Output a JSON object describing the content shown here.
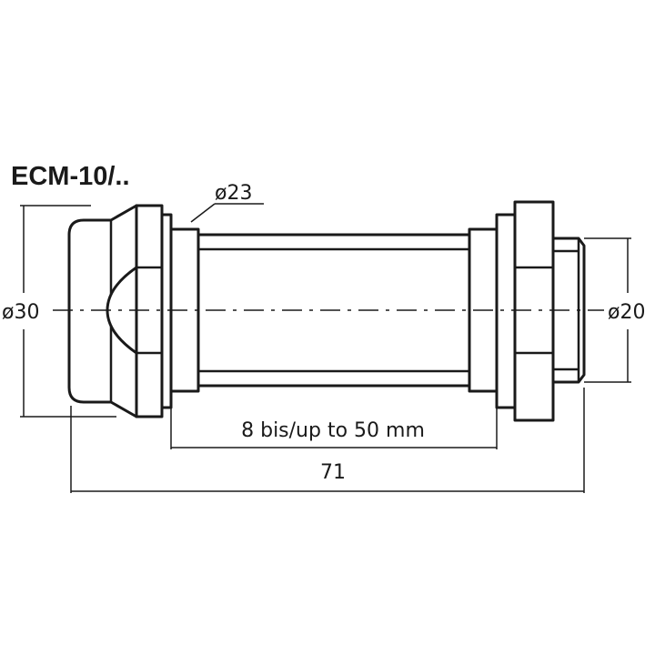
{
  "title": "ECM-10/..",
  "dimensions": {
    "left_diameter": "ø30",
    "tube_diameter": "ø23",
    "right_diameter": "ø20",
    "tube_length": "8 bis/up to 50 mm",
    "overall_length": "71"
  }
}
